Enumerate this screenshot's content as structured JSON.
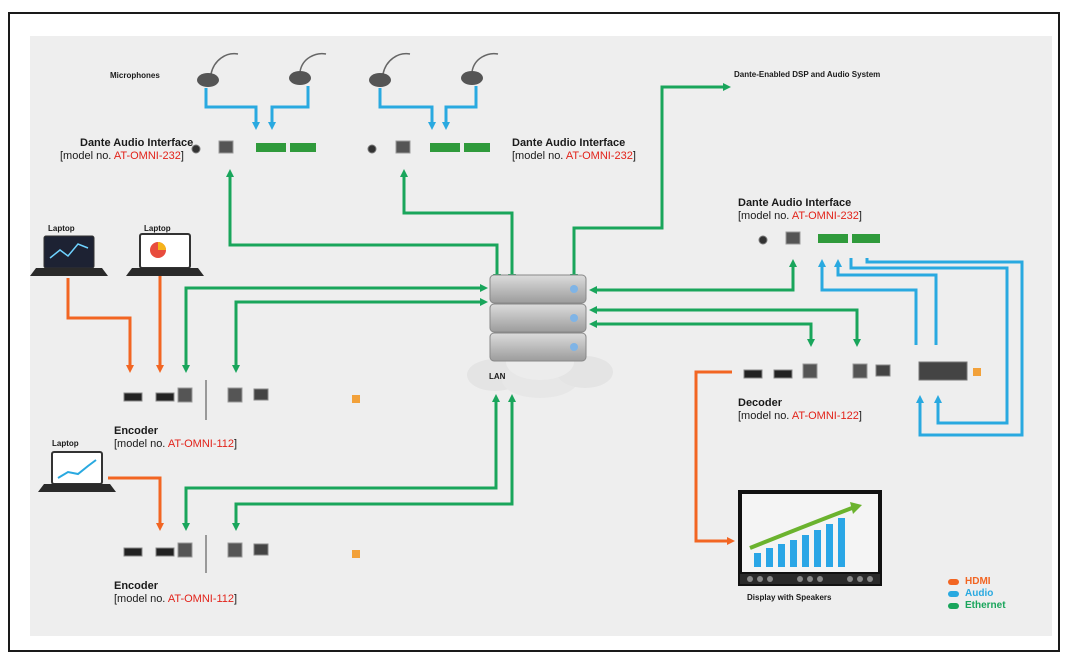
{
  "labels": {
    "microphones": "Microphones",
    "dsp": "Dante-Enabled DSP and Audio System",
    "laptop": "Laptop",
    "lan": "LAN",
    "display": "Display with Speakers"
  },
  "dante_interface": {
    "name": "Dante Audio Interface",
    "model_prefix": "[model no. ",
    "model": "AT-OMNI-232",
    "model_suffix": "]"
  },
  "encoder": {
    "name": "Encoder",
    "model_prefix": "[model no. ",
    "model": "AT-OMNI-112",
    "model_suffix": "]"
  },
  "decoder": {
    "name": "Decoder",
    "model_prefix": "[model no. ",
    "model": "AT-OMNI-122",
    "model_suffix": "]"
  },
  "legend": [
    {
      "label": "HDMI",
      "color": "#f26522"
    },
    {
      "label": "Audio",
      "color": "#29a9e0"
    },
    {
      "label": "Ethernet",
      "color": "#19a55b"
    }
  ],
  "colors": {
    "hdmi": "#f26522",
    "audio": "#29a9e0",
    "ethernet": "#19a55b",
    "model_red": "#e2231a"
  }
}
